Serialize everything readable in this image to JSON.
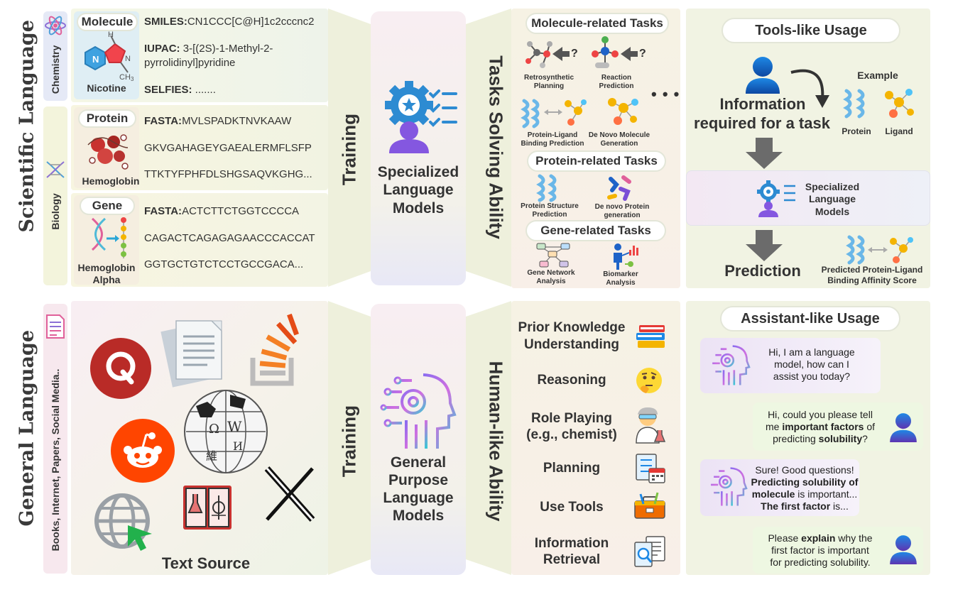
{
  "left": {
    "scientific_language": "Scientific Language",
    "chemistry": "Chemistry",
    "biology": "Biology",
    "general_language": "General Language",
    "sources": "Books, Internet, Papers, Social Media.."
  },
  "molecule": {
    "title": "Molecule",
    "name": "Nicotine",
    "smiles_label": "SMILES:",
    "smiles_value": "CN1CCC[C@H]1c2cccnc2",
    "iupac_label": "IUPAC:",
    "iupac_value_1": " 3-[(2S)-1-Methyl-2-",
    "iupac_value_2": "pyrrolidinyl]pyridine",
    "selfies_label": "SELFIES:",
    "selfies_value": " .......",
    "atom_h": "H",
    "atom_n1": "N",
    "atom_n2": "N",
    "atom_ch3": "CH",
    "atom_ch3_sub": "3"
  },
  "protein": {
    "title": "Protein",
    "name": "Hemoglobin",
    "fasta_label": "FASTA:",
    "seq1": "MVLSPADKTNVKAAW",
    "seq2": "GKVGAHAGEYGAEALERMFLSFP",
    "seq3": "TTKTYFPHFDLSHGSAQVKGHG..."
  },
  "gene": {
    "title": "Gene",
    "name_1": "Hemoglobin",
    "name_2": "Alpha",
    "fasta_label": "FASTA:",
    "seq1": "ACTCTTCTGGTCCCCA",
    "seq2": "CAGACTCAGAGAGAACCCACCAT",
    "seq3": "GGTGCTGTCTCCTGCCGACA..."
  },
  "training_top": "Training",
  "training_bottom": "Training",
  "specialized_model": {
    "l1": "Specialized",
    "l2": "Language",
    "l3": "Models"
  },
  "general_model": {
    "l1": "General",
    "l2": "Purpose",
    "l3": "Language",
    "l4": "Models"
  },
  "text_source": "Text Source",
  "tasks_solving": "Tasks Solving Ability",
  "human_like": "Human-like Ability",
  "molecule_tasks": {
    "title": "Molecule-related Tasks",
    "q": "?",
    "retro_1": "Retrosynthetic",
    "retro_2": "Planning",
    "reaction_1": "Reaction",
    "reaction_2": "Prediction",
    "plb_1": "Protein-Ligand",
    "plb_2": "Binding Prediction",
    "denovo_1": "De Novo Molecule",
    "denovo_2": "Generation",
    "dots": "• • •"
  },
  "protein_tasks": {
    "title": "Protein-related Tasks",
    "psp_1": "Protein Structure",
    "psp_2": "Prediction",
    "dnp_1": "De novo Protein",
    "dnp_2": "generation"
  },
  "gene_tasks": {
    "title": "Gene-related Tasks",
    "gna_1": "Gene Network",
    "gna_2": "Analysis",
    "bio_1": "Biomarker",
    "bio_2": "Analysis"
  },
  "abilities": {
    "prior_1": "Prior Knowledge",
    "prior_2": "Understanding",
    "reasoning": "Reasoning",
    "role_1": "Role Playing",
    "role_2": "(e.g., chemist)",
    "planning": "Planning",
    "tools": "Use Tools",
    "ir_1": "Information",
    "ir_2": "Retrieval"
  },
  "tools_usage": {
    "title": "Tools-like Usage",
    "info_1": "Information",
    "info_2": "required for a task",
    "example": "Example",
    "protein": "Protein",
    "ligand": "Ligand",
    "model_1": "Specialized",
    "model_2": "Language",
    "model_3": "Models",
    "prediction": "Prediction",
    "pred_1": "Predicted Protein-Ligand",
    "pred_2": "Binding Affinity Score"
  },
  "assistant_usage": {
    "title": "Assistant-like Usage",
    "b1_1": "Hi, I am a language",
    "b1_2": "model, how can I",
    "b1_3": "assist you today?",
    "b2_1": "Hi, could you please tell",
    "b2_2a": "me ",
    "b2_2b": "important factors",
    "b2_2c": " of",
    "b2_3a": "predicting ",
    "b2_3b": "solubility",
    "b2_3c": "?",
    "b3_1": "Sure! Good questions!",
    "b3_2": "Predicting solubility of",
    "b3_3a": "molecule",
    "b3_3b": " is important...",
    "b3_4a": "The first factor",
    "b3_4b": " is...",
    "b4_1a": "Please ",
    "b4_1b": "explain",
    "b4_1c": " why the",
    "b4_2": "first factor is important",
    "b4_3": "for predicting solubility."
  },
  "colors": {
    "panel_green": "#f0f3e4",
    "blue_icon": "#1f86c8",
    "purple_icon": "#7b4fd6",
    "arrow_gray": "#6b6b6b"
  }
}
